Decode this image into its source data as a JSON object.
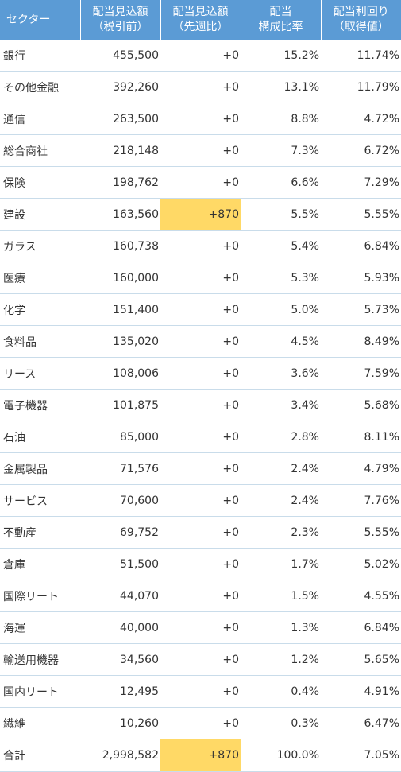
{
  "header": {
    "col0": "セクター",
    "col1_line1": "配当見込額",
    "col1_line2": "（税引前）",
    "col2_line1": "配当見込額",
    "col2_line2": "（先週比）",
    "col3_line1": "配当",
    "col3_line2": "構成比率",
    "col4_line1": "配当利回り",
    "col4_line2": "（取得値）"
  },
  "rows": [
    {
      "sector": "銀行",
      "amount": "455,500",
      "change": "+0",
      "ratio": "15.2%",
      "yield": "11.74%",
      "highlight": false
    },
    {
      "sector": "その他金融",
      "amount": "392,260",
      "change": "+0",
      "ratio": "13.1%",
      "yield": "11.79%",
      "highlight": false
    },
    {
      "sector": "通信",
      "amount": "263,500",
      "change": "+0",
      "ratio": "8.8%",
      "yield": "4.72%",
      "highlight": false
    },
    {
      "sector": "総合商社",
      "amount": "218,148",
      "change": "+0",
      "ratio": "7.3%",
      "yield": "6.72%",
      "highlight": false
    },
    {
      "sector": "保険",
      "amount": "198,762",
      "change": "+0",
      "ratio": "6.6%",
      "yield": "7.29%",
      "highlight": false
    },
    {
      "sector": "建設",
      "amount": "163,560",
      "change": "+870",
      "ratio": "5.5%",
      "yield": "5.55%",
      "highlight": true
    },
    {
      "sector": "ガラス",
      "amount": "160,738",
      "change": "+0",
      "ratio": "5.4%",
      "yield": "6.84%",
      "highlight": false
    },
    {
      "sector": "医療",
      "amount": "160,000",
      "change": "+0",
      "ratio": "5.3%",
      "yield": "5.93%",
      "highlight": false
    },
    {
      "sector": "化学",
      "amount": "151,400",
      "change": "+0",
      "ratio": "5.0%",
      "yield": "5.73%",
      "highlight": false
    },
    {
      "sector": "食料品",
      "amount": "135,020",
      "change": "+0",
      "ratio": "4.5%",
      "yield": "8.49%",
      "highlight": false
    },
    {
      "sector": "リース",
      "amount": "108,006",
      "change": "+0",
      "ratio": "3.6%",
      "yield": "7.59%",
      "highlight": false
    },
    {
      "sector": "電子機器",
      "amount": "101,875",
      "change": "+0",
      "ratio": "3.4%",
      "yield": "5.68%",
      "highlight": false
    },
    {
      "sector": "石油",
      "amount": "85,000",
      "change": "+0",
      "ratio": "2.8%",
      "yield": "8.11%",
      "highlight": false
    },
    {
      "sector": "金属製品",
      "amount": "71,576",
      "change": "+0",
      "ratio": "2.4%",
      "yield": "4.79%",
      "highlight": false
    },
    {
      "sector": "サービス",
      "amount": "70,600",
      "change": "+0",
      "ratio": "2.4%",
      "yield": "7.76%",
      "highlight": false
    },
    {
      "sector": "不動産",
      "amount": "69,752",
      "change": "+0",
      "ratio": "2.3%",
      "yield": "5.55%",
      "highlight": false
    },
    {
      "sector": "倉庫",
      "amount": "51,500",
      "change": "+0",
      "ratio": "1.7%",
      "yield": "5.02%",
      "highlight": false
    },
    {
      "sector": "国際リート",
      "amount": "44,070",
      "change": "+0",
      "ratio": "1.5%",
      "yield": "4.55%",
      "highlight": false
    },
    {
      "sector": "海運",
      "amount": "40,000",
      "change": "+0",
      "ratio": "1.3%",
      "yield": "6.84%",
      "highlight": false
    },
    {
      "sector": "輸送用機器",
      "amount": "34,560",
      "change": "+0",
      "ratio": "1.2%",
      "yield": "5.65%",
      "highlight": false
    },
    {
      "sector": "国内リート",
      "amount": "12,495",
      "change": "+0",
      "ratio": "0.4%",
      "yield": "4.91%",
      "highlight": false
    },
    {
      "sector": "繊維",
      "amount": "10,260",
      "change": "+0",
      "ratio": "0.3%",
      "yield": "6.47%",
      "highlight": false
    }
  ],
  "total": {
    "sector": "合計",
    "amount": "2,998,582",
    "change": "+870",
    "ratio": "100.0%",
    "yield": "7.05%",
    "highlight": true
  },
  "colors": {
    "header_bg": "#5b9bd5",
    "highlight_bg": "#ffd966",
    "row_divider": "#c9dcea"
  }
}
